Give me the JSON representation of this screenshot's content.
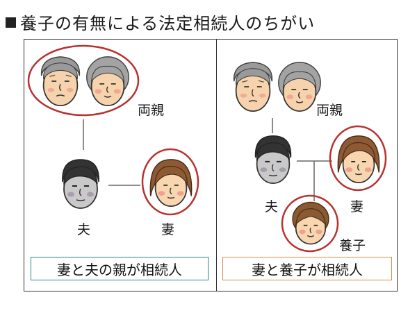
{
  "title": "養子の有無による法定相続人のちがい",
  "left_panel": {
    "parents_label": "両親",
    "husband_label": "夫",
    "wife_label": "妻",
    "caption": "妻と夫の親が相続人"
  },
  "right_panel": {
    "parents_label": "両親",
    "husband_label": "夫",
    "wife_label": "妻",
    "adopted_child_label": "養子",
    "caption": "妻と養子が相続人"
  },
  "colors": {
    "circle": "#b8322f",
    "left_caption_border": "#2d7f86",
    "right_caption_border": "#d9894a"
  }
}
